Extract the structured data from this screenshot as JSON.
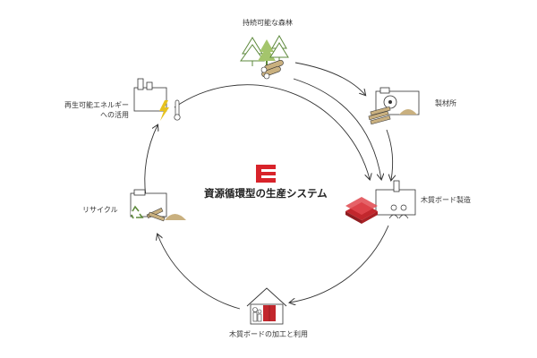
{
  "diagram": {
    "title": "資源循環型の生産システム",
    "nodes": [
      {
        "id": "forest",
        "label": "持続可能な森林",
        "icon": "forest-icon"
      },
      {
        "id": "sawmill",
        "label": "製材所",
        "icon": "sawmill-icon"
      },
      {
        "id": "board_mfg",
        "label": "木質ボード製造",
        "icon": "board-factory-icon"
      },
      {
        "id": "use",
        "label": "木質ボードの加工と利用",
        "icon": "house-furniture-icon"
      },
      {
        "id": "recycle",
        "label": "リサイクル",
        "icon": "recycle-icon"
      },
      {
        "id": "energy",
        "label_lines": [
          "再生可能エネルギー",
          "への活用"
        ],
        "icon": "energy-factory-icon"
      }
    ],
    "flow": [
      "forest",
      "sawmill",
      "board_mfg",
      "use",
      "recycle",
      "energy",
      "board_mfg"
    ]
  },
  "colors": {
    "brand_red": "#d8232a",
    "icon_green": "#a4c56c",
    "icon_dark_green": "#5e8a3c",
    "wood_tan": "#c9b07f",
    "line": "#333333",
    "board_red": "#c2272d"
  }
}
